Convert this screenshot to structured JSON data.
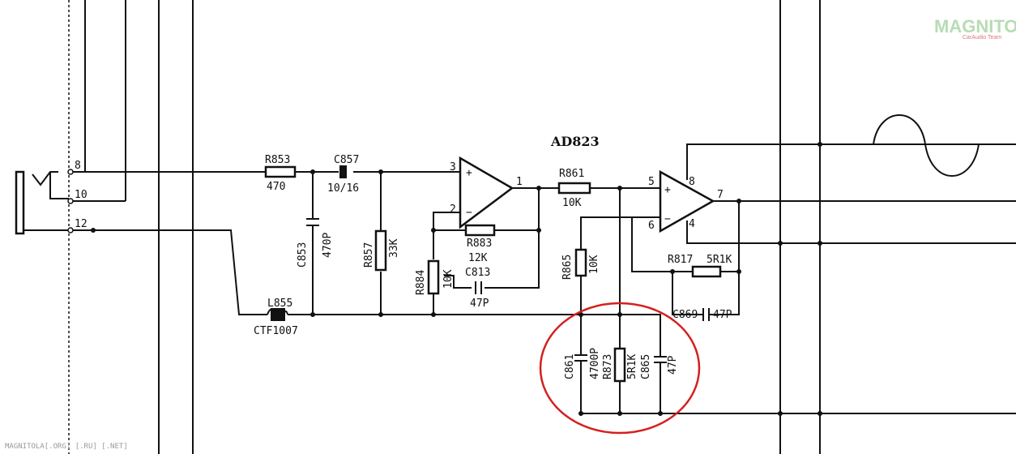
{
  "title": "AD823",
  "watermark": {
    "logo": "MAGNITOLA",
    "tagline": "CarAudio Team",
    "footer": "MAGNITOLA[.ORG] [.RU] [.NET]"
  },
  "pins": {
    "jack_8": "8",
    "jack_10": "10",
    "jack_12": "12",
    "op1_plus": "3",
    "op1_minus": "2",
    "op1_out": "1",
    "op2_plus": "5",
    "op2_minus": "6",
    "op2_supply_top": "8",
    "op2_supply_bottom": "4",
    "op2_out": "7"
  },
  "components": {
    "r853": {
      "ref": "R853",
      "value": "470"
    },
    "c857": {
      "ref": "C857",
      "value": "10/16"
    },
    "c853": {
      "ref": "C853",
      "value": "470P"
    },
    "r857": {
      "ref": "R857",
      "value": "33K"
    },
    "r861": {
      "ref": "R861",
      "value": "10K"
    },
    "r883": {
      "ref": "R883",
      "value": "12K"
    },
    "c813": {
      "ref": "C813",
      "value": "47P"
    },
    "r884": {
      "ref": "R884",
      "value": "10K"
    },
    "r865": {
      "ref": "R865",
      "value": "10K"
    },
    "r817": {
      "ref": "R817",
      "value": "5R1K"
    },
    "c869": {
      "ref": "C869",
      "value": "47P"
    },
    "l855": {
      "ref": "L855",
      "value": "CTF1007"
    },
    "c861": {
      "ref": "C861",
      "value": "4700P"
    },
    "r873": {
      "ref": "R873",
      "value": "5R1K"
    },
    "c865": {
      "ref": "C865",
      "value": "47P"
    }
  },
  "colors": {
    "ink": "#111111",
    "highlight": "#d42020",
    "logo": "#b7dcb5"
  }
}
